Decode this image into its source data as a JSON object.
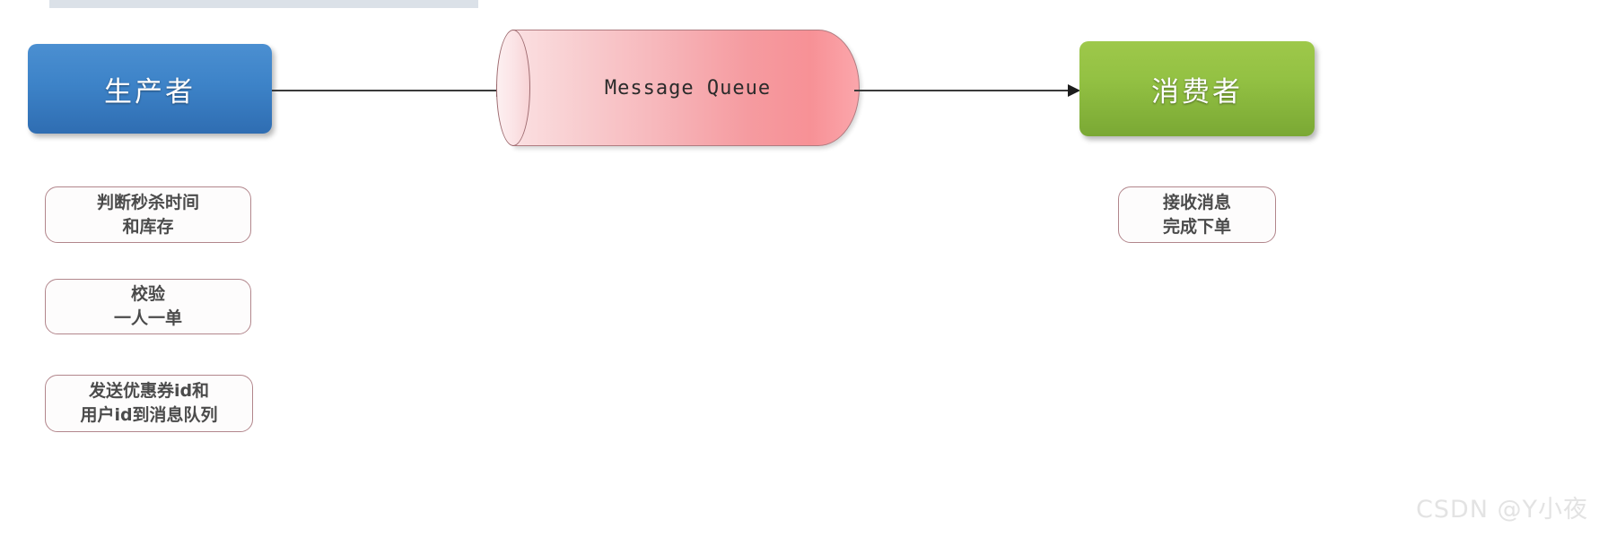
{
  "diagram": {
    "top_strip": {
      "color": "#dbe1e8"
    },
    "nodes": [
      {
        "id": "producer",
        "label": "生产者",
        "color": "#3d83c8",
        "shape": "rounded-rect"
      },
      {
        "id": "message-queue",
        "label": "Message Queue",
        "color": "#f59ba0",
        "shape": "cylinder"
      },
      {
        "id": "consumer",
        "label": "消费者",
        "color": "#93c143",
        "shape": "rounded-rect"
      }
    ],
    "arrows": [
      {
        "id": "producer-to-mq",
        "from": "producer",
        "to": "message-queue",
        "label": ""
      },
      {
        "id": "mq-to-consumer",
        "from": "message-queue",
        "to": "consumer",
        "label": ""
      }
    ],
    "notes": [
      {
        "id": "note-1",
        "side": "producer",
        "lines": [
          "判断秒杀时间",
          "和库存"
        ]
      },
      {
        "id": "note-2",
        "side": "producer",
        "lines": [
          "校验",
          "一人一单"
        ]
      },
      {
        "id": "note-3",
        "side": "producer",
        "lines": [
          "发送优惠券id和",
          "用户id到消息队列"
        ]
      },
      {
        "id": "note-4",
        "side": "consumer",
        "lines": [
          "接收消息",
          "完成下单"
        ]
      }
    ],
    "watermark": "CSDN @Y小夜",
    "note_border_color": "#b2868c"
  }
}
